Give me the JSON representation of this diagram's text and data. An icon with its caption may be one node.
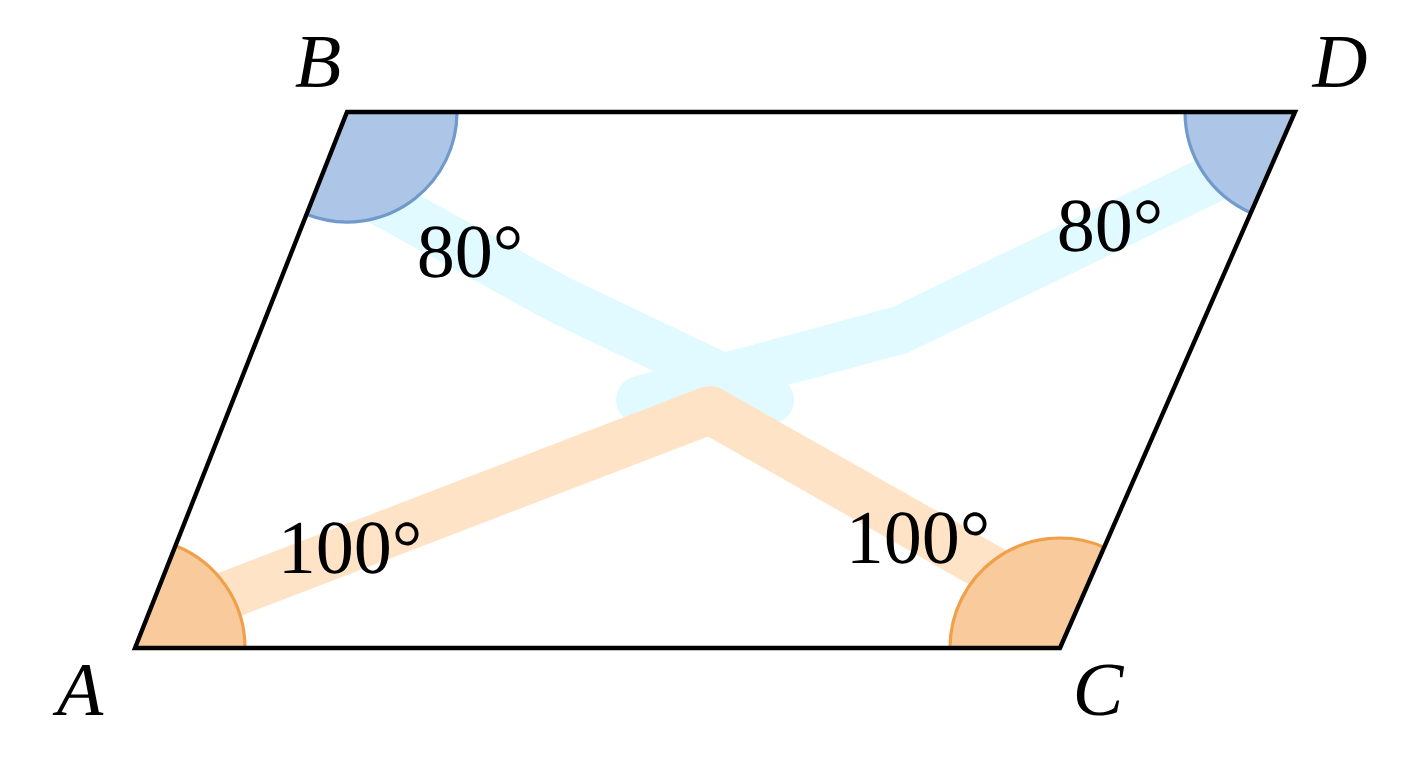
{
  "diagram": {
    "labels": [
      "B",
      "D",
      "80°",
      "80°",
      "100°",
      "100°",
      "A",
      "C"
    ]
  }
}
